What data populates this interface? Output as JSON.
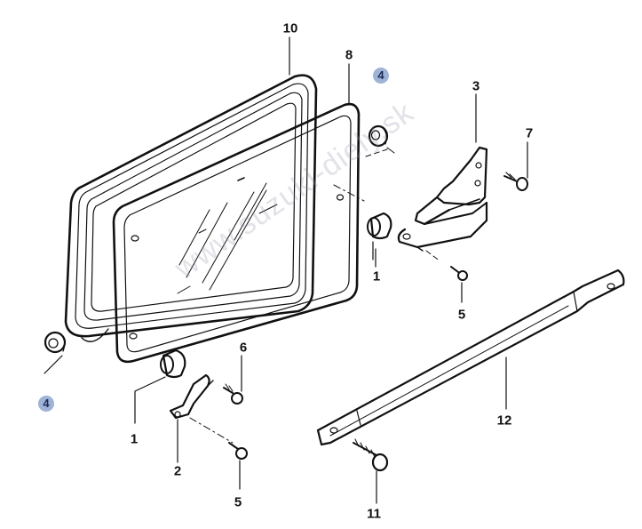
{
  "diagram": {
    "watermark": "www.suzuki-diely.sk",
    "labels": {
      "p10": "10",
      "p8": "8",
      "p4_top": "4",
      "p4_bottom": "4",
      "p3": "3",
      "p7": "7",
      "p1_right": "1",
      "p1_left": "1",
      "p5_right": "5",
      "p5_bottom": "5",
      "p6": "6",
      "p2": "2",
      "p12": "12",
      "p11": "11"
    },
    "highlight_color": "#9fb3d6"
  }
}
